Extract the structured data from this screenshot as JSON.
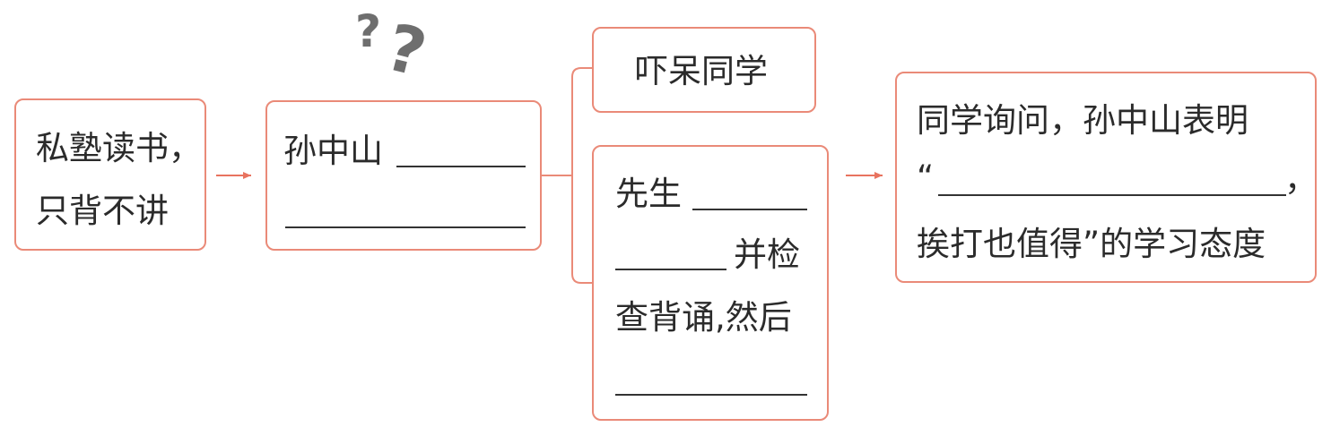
{
  "box1": {
    "line1": "私塾读书，",
    "line2": "只背不讲"
  },
  "box2": {
    "prefix": "孙中山"
  },
  "box3": {
    "text": "吓呆同学"
  },
  "box4": {
    "prefix": "先生",
    "line2_suffix": "并检",
    "line3": "查背诵,然后"
  },
  "box5": {
    "line1": "同学询问，孙中山表明",
    "open_quote": "“",
    "comma": "，",
    "line3": "挨打也值得”的学习态度"
  },
  "decor": {
    "question_mark": "?"
  },
  "colors": {
    "border": "#ea8a78",
    "arrow": "#e8735f",
    "connector": "#ea8a78",
    "text": "#2b2b2b",
    "question_marks": "#6e6e6e"
  }
}
